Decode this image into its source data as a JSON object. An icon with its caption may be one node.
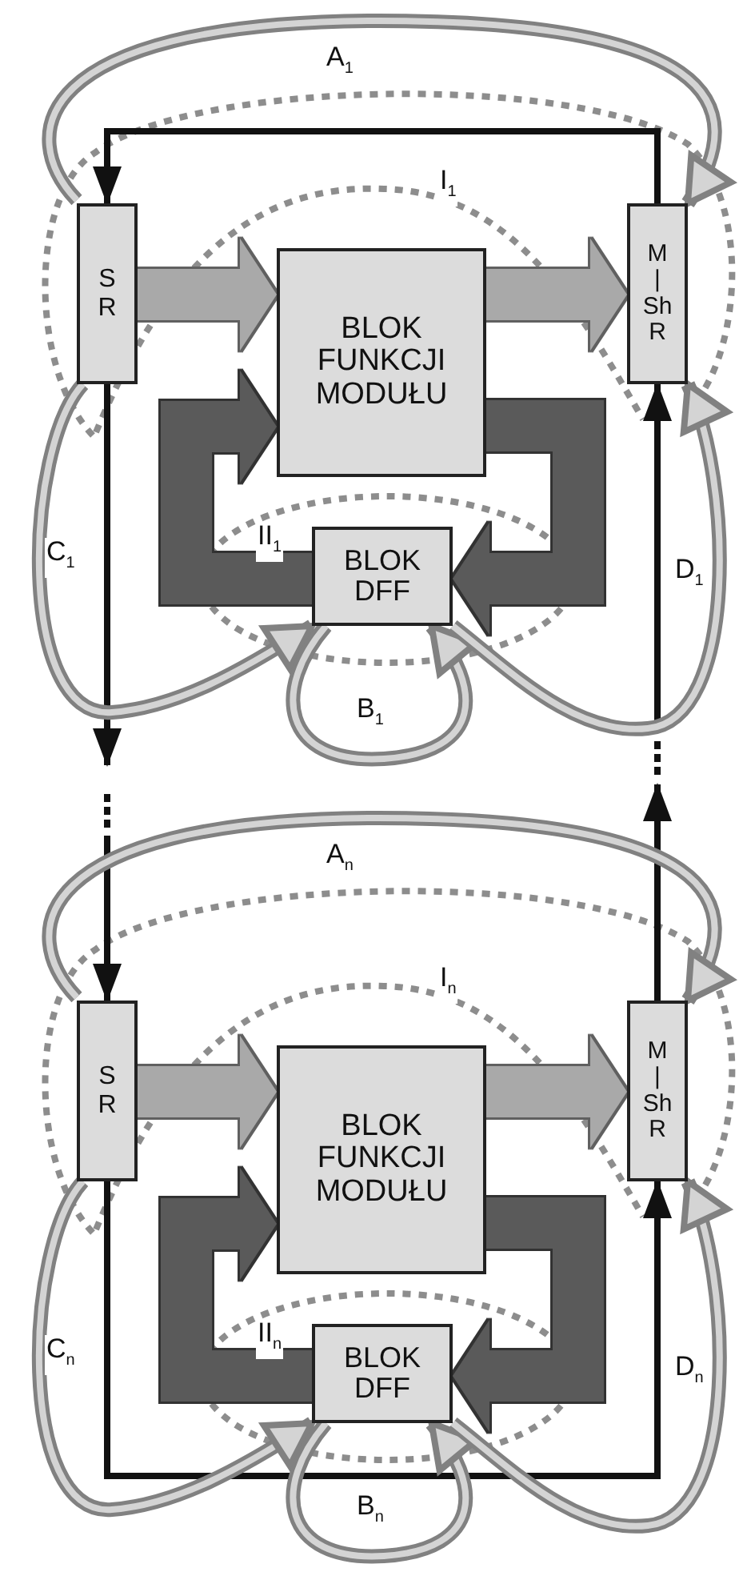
{
  "diagram": {
    "nodes": [
      {
        "text": [
          "S R"
        ]
      },
      {
        "text": [
          "BLOK FUNKCJI MODUŁU"
        ]
      },
      {
        "text": [
          "M | Sh R"
        ]
      },
      {
        "text": [
          "BLOK DFF"
        ]
      },
      {
        "text": [
          "S R"
        ]
      },
      {
        "text": [
          "BLOK FUNKCJI MODUŁU"
        ]
      },
      {
        "text": [
          "M | Sh R"
        ]
      },
      {
        "text": [
          "BLOK DFF"
        ]
      }
    ],
    "edges": [
      {
        "from": 2,
        "to": 0,
        "arrow": "to",
        "color": "#111111"
      },
      {
        "from": 0,
        "to": null,
        "arrow": "to",
        "color": "#111111"
      },
      {
        "from": null,
        "to": 2,
        "arrow": "to",
        "color": "#111111"
      },
      {
        "from": 0,
        "to": 1,
        "arrow": "to",
        "style": "thick",
        "color": "#a9a9a9"
      },
      {
        "from": 1,
        "to": 2,
        "arrow": "to",
        "style": "thick",
        "color": "#a9a9a9"
      },
      {
        "from": 1,
        "to": 3,
        "arrow": "to",
        "style": "thick",
        "color": "#5a5a5a"
      },
      {
        "from": 3,
        "to": 1,
        "arrow": "to",
        "style": "thick",
        "color": "#5a5a5a"
      },
      {
        "from": 0,
        "to": 2,
        "arrow": "to",
        "label": "A$_{1}$",
        "color": "#d4d4d4"
      },
      {
        "from": 0,
        "to": 3,
        "arrow": "to",
        "label": "C$_{1}$",
        "color": "#d4d4d4"
      },
      {
        "from": 3,
        "to": 3,
        "arrow": "to",
        "label": "B$_{1}$",
        "color": "#d4d4d4"
      },
      {
        "from": 3,
        "to": 2,
        "arrow": "to",
        "label": "D$_{1}$",
        "color": "#d4d4d4"
      },
      {
        "from": null,
        "to": 4,
        "arrow": "to",
        "color": "#111111"
      },
      {
        "from": 6,
        "to": null,
        "arrow": "to",
        "color": "#111111"
      },
      {
        "from": 4,
        "to": 6,
        "arrow": "to",
        "color": "#111111"
      },
      {
        "from": 4,
        "to": 5,
        "arrow": "to",
        "style": "thick",
        "color": "#a9a9a9"
      },
      {
        "from": 5,
        "to": 6,
        "arrow": "to",
        "style": "thick",
        "color": "#a9a9a9"
      },
      {
        "from": 5,
        "to": 7,
        "arrow": "to",
        "style": "thick",
        "color": "#5a5a5a"
      },
      {
        "from": 7,
        "to": 5,
        "arrow": "to",
        "style": "thick",
        "color": "#5a5a5a"
      },
      {
        "from": 4,
        "to": 6,
        "arrow": "to",
        "label": "A$_{n}$",
        "color": "#d4d4d4"
      },
      {
        "from": 4,
        "to": 7,
        "arrow": "to",
        "label": "C$_{n}$",
        "color": "#d4d4d4"
      },
      {
        "from": 7,
        "to": 7,
        "arrow": "to",
        "label": "B$_{n}$",
        "color": "#d4d4d4"
      },
      {
        "from": 7,
        "to": 6,
        "arrow": "to",
        "label": "D$_{n}$",
        "color": "#d4d4d4"
      }
    ],
    "labels": [
      "I$_{1}$",
      "II$_{1}$",
      "I$_{n}$",
      "II$_{n}$"
    ]
  }
}
